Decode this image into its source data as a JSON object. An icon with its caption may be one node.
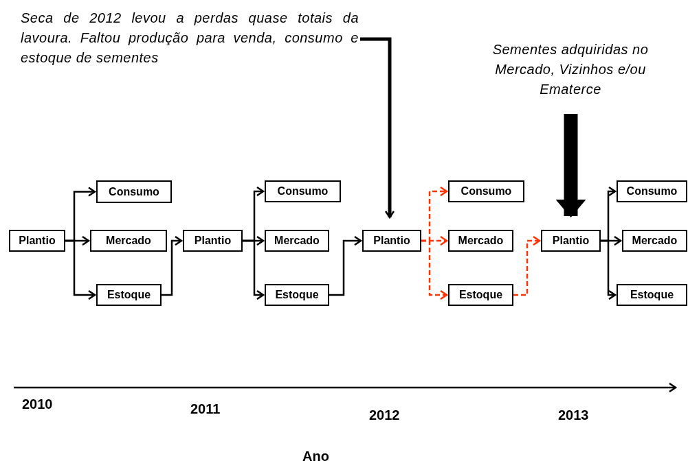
{
  "diagram": {
    "nodes": [
      {
        "text": [
          "Plantio"
        ]
      },
      {
        "text": [
          "Consumo"
        ]
      },
      {
        "text": [
          "Mercado"
        ]
      },
      {
        "text": [
          "Estoque"
        ]
      },
      {
        "text": [
          "Plantio"
        ]
      },
      {
        "text": [
          "Consumo"
        ]
      },
      {
        "text": [
          "Mercado"
        ]
      },
      {
        "text": [
          "Estoque"
        ]
      },
      {
        "text": [
          "Plantio"
        ]
      },
      {
        "text": [
          "Consumo"
        ]
      },
      {
        "text": [
          "Mercado"
        ]
      },
      {
        "text": [
          "Estoque"
        ]
      },
      {
        "text": [
          "Plantio"
        ]
      },
      {
        "text": [
          "Consumo"
        ]
      },
      {
        "text": [
          "Mercado"
        ]
      },
      {
        "text": [
          "Estoque"
        ]
      },
      {
        "text": [
          "Seca de 2012 levou a perdas quase totais da lavoura. Faltou produção para venda, consumo e estoque de sementes"
        ]
      },
      {
        "text": [
          "Sementes adquiridas no Mercado, Vizinhos e/ou Ematerce"
        ]
      }
    ],
    "edges": [
      {
        "from": 0,
        "to": 1,
        "arrow": "to"
      },
      {
        "from": 0,
        "to": 2,
        "arrow": "to"
      },
      {
        "from": 0,
        "to": 3,
        "arrow": "to"
      },
      {
        "from": 3,
        "to": 4,
        "arrow": "to"
      },
      {
        "from": 4,
        "to": 5,
        "arrow": "to"
      },
      {
        "from": 4,
        "to": 6,
        "arrow": "to"
      },
      {
        "from": 4,
        "to": 7,
        "arrow": "to"
      },
      {
        "from": 7,
        "to": 8,
        "arrow": "to"
      },
      {
        "from": 8,
        "to": 9,
        "arrow": "to",
        "style": "dashed",
        "color": "#ff3300"
      },
      {
        "from": 8,
        "to": 10,
        "arrow": "to",
        "style": "dashed",
        "color": "#ff3300"
      },
      {
        "from": 8,
        "to": 11,
        "arrow": "to",
        "style": "dashed",
        "color": "#ff3300"
      },
      {
        "from": 11,
        "to": 12,
        "arrow": "to",
        "style": "dashed",
        "color": "#ff3300"
      },
      {
        "from": 12,
        "to": 13,
        "arrow": "to"
      },
      {
        "from": 12,
        "to": 14,
        "arrow": "to"
      },
      {
        "from": 12,
        "to": 15,
        "arrow": "to"
      },
      {
        "from": 16,
        "to": 8,
        "arrow": "to",
        "style": "thick"
      },
      {
        "from": 17,
        "to": 12,
        "arrow": "to",
        "style": "thick"
      }
    ],
    "labels": [
      "2010",
      "2011",
      "2012",
      "2013",
      "Ano"
    ]
  }
}
